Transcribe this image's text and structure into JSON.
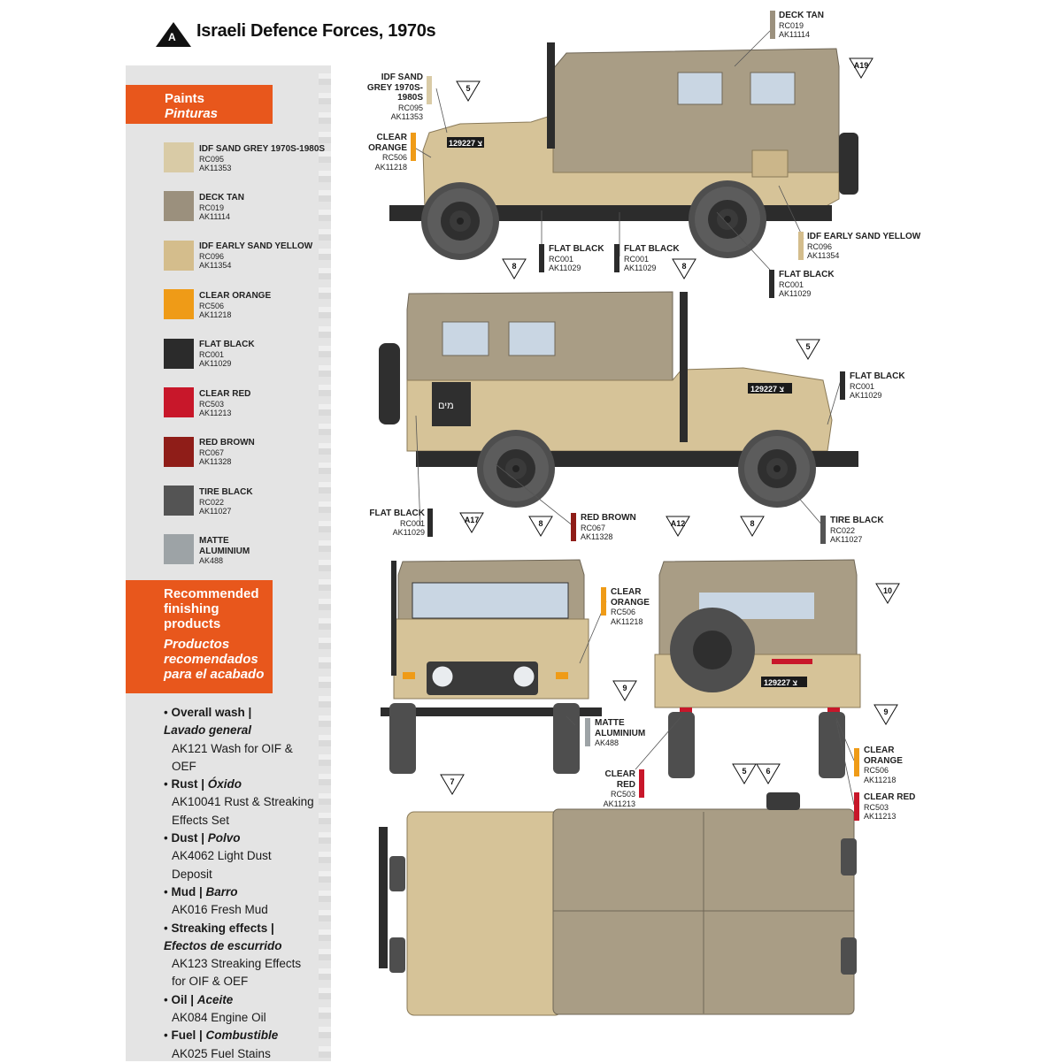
{
  "header": {
    "badge": "A",
    "title": "Israeli Defence Forces, 1970s"
  },
  "paints_box": {
    "en": "Paints",
    "es": "Pinturas"
  },
  "paints": [
    {
      "name": "IDF SAND GREY 1970S-1980S",
      "code1": "RC095",
      "code2": "AK11353",
      "color": "#d9cba6"
    },
    {
      "name": "DECK TAN",
      "code1": "RC019",
      "code2": "AK11114",
      "color": "#9b907d"
    },
    {
      "name": "IDF EARLY SAND YELLOW",
      "code1": "RC096",
      "code2": "AK11354",
      "color": "#d4bd8c"
    },
    {
      "name": "CLEAR ORANGE",
      "code1": "RC506",
      "code2": "AK11218",
      "color": "#ef9b17"
    },
    {
      "name": "FLAT BLACK",
      "code1": "RC001",
      "code2": "AK11029",
      "color": "#2b2b2b"
    },
    {
      "name": "CLEAR RED",
      "code1": "RC503",
      "code2": "AK11213",
      "color": "#c8172a"
    },
    {
      "name": "RED BROWN",
      "code1": "RC067",
      "code2": "AK11328",
      "color": "#8f1d18"
    },
    {
      "name": "TIRE BLACK",
      "code1": "RC022",
      "code2": "AK11027",
      "color": "#545454"
    },
    {
      "name": "MATTE ALUMINIUM",
      "code1": "",
      "code2": "AK488",
      "color": "#9da3a6"
    }
  ],
  "finish_box": {
    "en": "Recommended finishing products",
    "es": "Productos recomendados para el acabado"
  },
  "finishing": [
    {
      "en": "Overall wash |",
      "es": "Lavado general",
      "desc": "AK121 Wash for OIF & OEF"
    },
    {
      "en": "Rust |",
      "es": "Óxido",
      "desc": "AK10041 Rust & Streaking Effects Set"
    },
    {
      "en": "Dust |",
      "es": "Polvo",
      "desc": "AK4062 Light Dust Deposit"
    },
    {
      "en": "Mud |",
      "es": "Barro",
      "desc": "AK016 Fresh Mud"
    },
    {
      "en": "Streaking effects |",
      "es": "Efectos de escurrido",
      "desc": "AK123 Streaking Effects for OIF & OEF"
    },
    {
      "en": "Oil |",
      "es": "Aceite",
      "desc": "AK084 Engine Oil"
    },
    {
      "en": "Fuel |",
      "es": "Combustible",
      "desc": "AK025 Fuel Stains"
    }
  ],
  "callouts": [
    {
      "name": "DECK TAN",
      "c1": "RC019",
      "c2": "AK11114",
      "color": "#9b907d"
    },
    {
      "name": "IDF SAND GREY 1970S-1980S",
      "c1": "RC095",
      "c2": "AK11353",
      "color": "#d9cba6"
    },
    {
      "name": "CLEAR ORANGE",
      "c1": "RC506",
      "c2": "AK11218",
      "color": "#ef9b17"
    },
    {
      "name": "FLAT BLACK",
      "c1": "RC001",
      "c2": "AK11029",
      "color": "#2b2b2b"
    },
    {
      "name": "FLAT BLACK",
      "c1": "RC001",
      "c2": "AK11029",
      "color": "#2b2b2b"
    },
    {
      "name": "IDF EARLY SAND YELLOW",
      "c1": "RC096",
      "c2": "AK11354",
      "color": "#d4bd8c"
    },
    {
      "name": "FLAT BLACK",
      "c1": "RC001",
      "c2": "AK11029",
      "color": "#2b2b2b"
    },
    {
      "name": "FLAT BLACK",
      "c1": "RC001",
      "c2": "AK11029",
      "color": "#2b2b2b"
    },
    {
      "name": "FLAT BLACK",
      "c1": "RC001",
      "c2": "AK11029",
      "color": "#2b2b2b"
    },
    {
      "name": "RED BROWN",
      "c1": "RC067",
      "c2": "AK11328",
      "color": "#8f1d18"
    },
    {
      "name": "TIRE BLACK",
      "c1": "RC022",
      "c2": "AK11027",
      "color": "#545454"
    },
    {
      "name": "CLEAR ORANGE",
      "c1": "RC506",
      "c2": "AK11218",
      "color": "#ef9b17"
    },
    {
      "name": "MATTE ALUMINIUM",
      "c1": "",
      "c2": "AK488",
      "color": "#9da3a6"
    },
    {
      "name": "CLEAR RED",
      "c1": "RC503",
      "c2": "AK11213",
      "color": "#c8172a"
    },
    {
      "name": "CLEAR ORANGE",
      "c1": "RC506",
      "c2": "AK11218",
      "color": "#ef9b17"
    },
    {
      "name": "CLEAR RED",
      "c1": "RC503",
      "c2": "AK11213",
      "color": "#c8172a"
    }
  ],
  "markers": [
    "5",
    "A19",
    "8",
    "8",
    "5",
    "A17",
    "8",
    "A12",
    "8",
    "10",
    "9",
    "9",
    "7",
    "5",
    "6"
  ],
  "plates": {
    "side": "129227 צ",
    "rear": "129227 צ"
  },
  "hebrew": {
    "water": "מים"
  }
}
